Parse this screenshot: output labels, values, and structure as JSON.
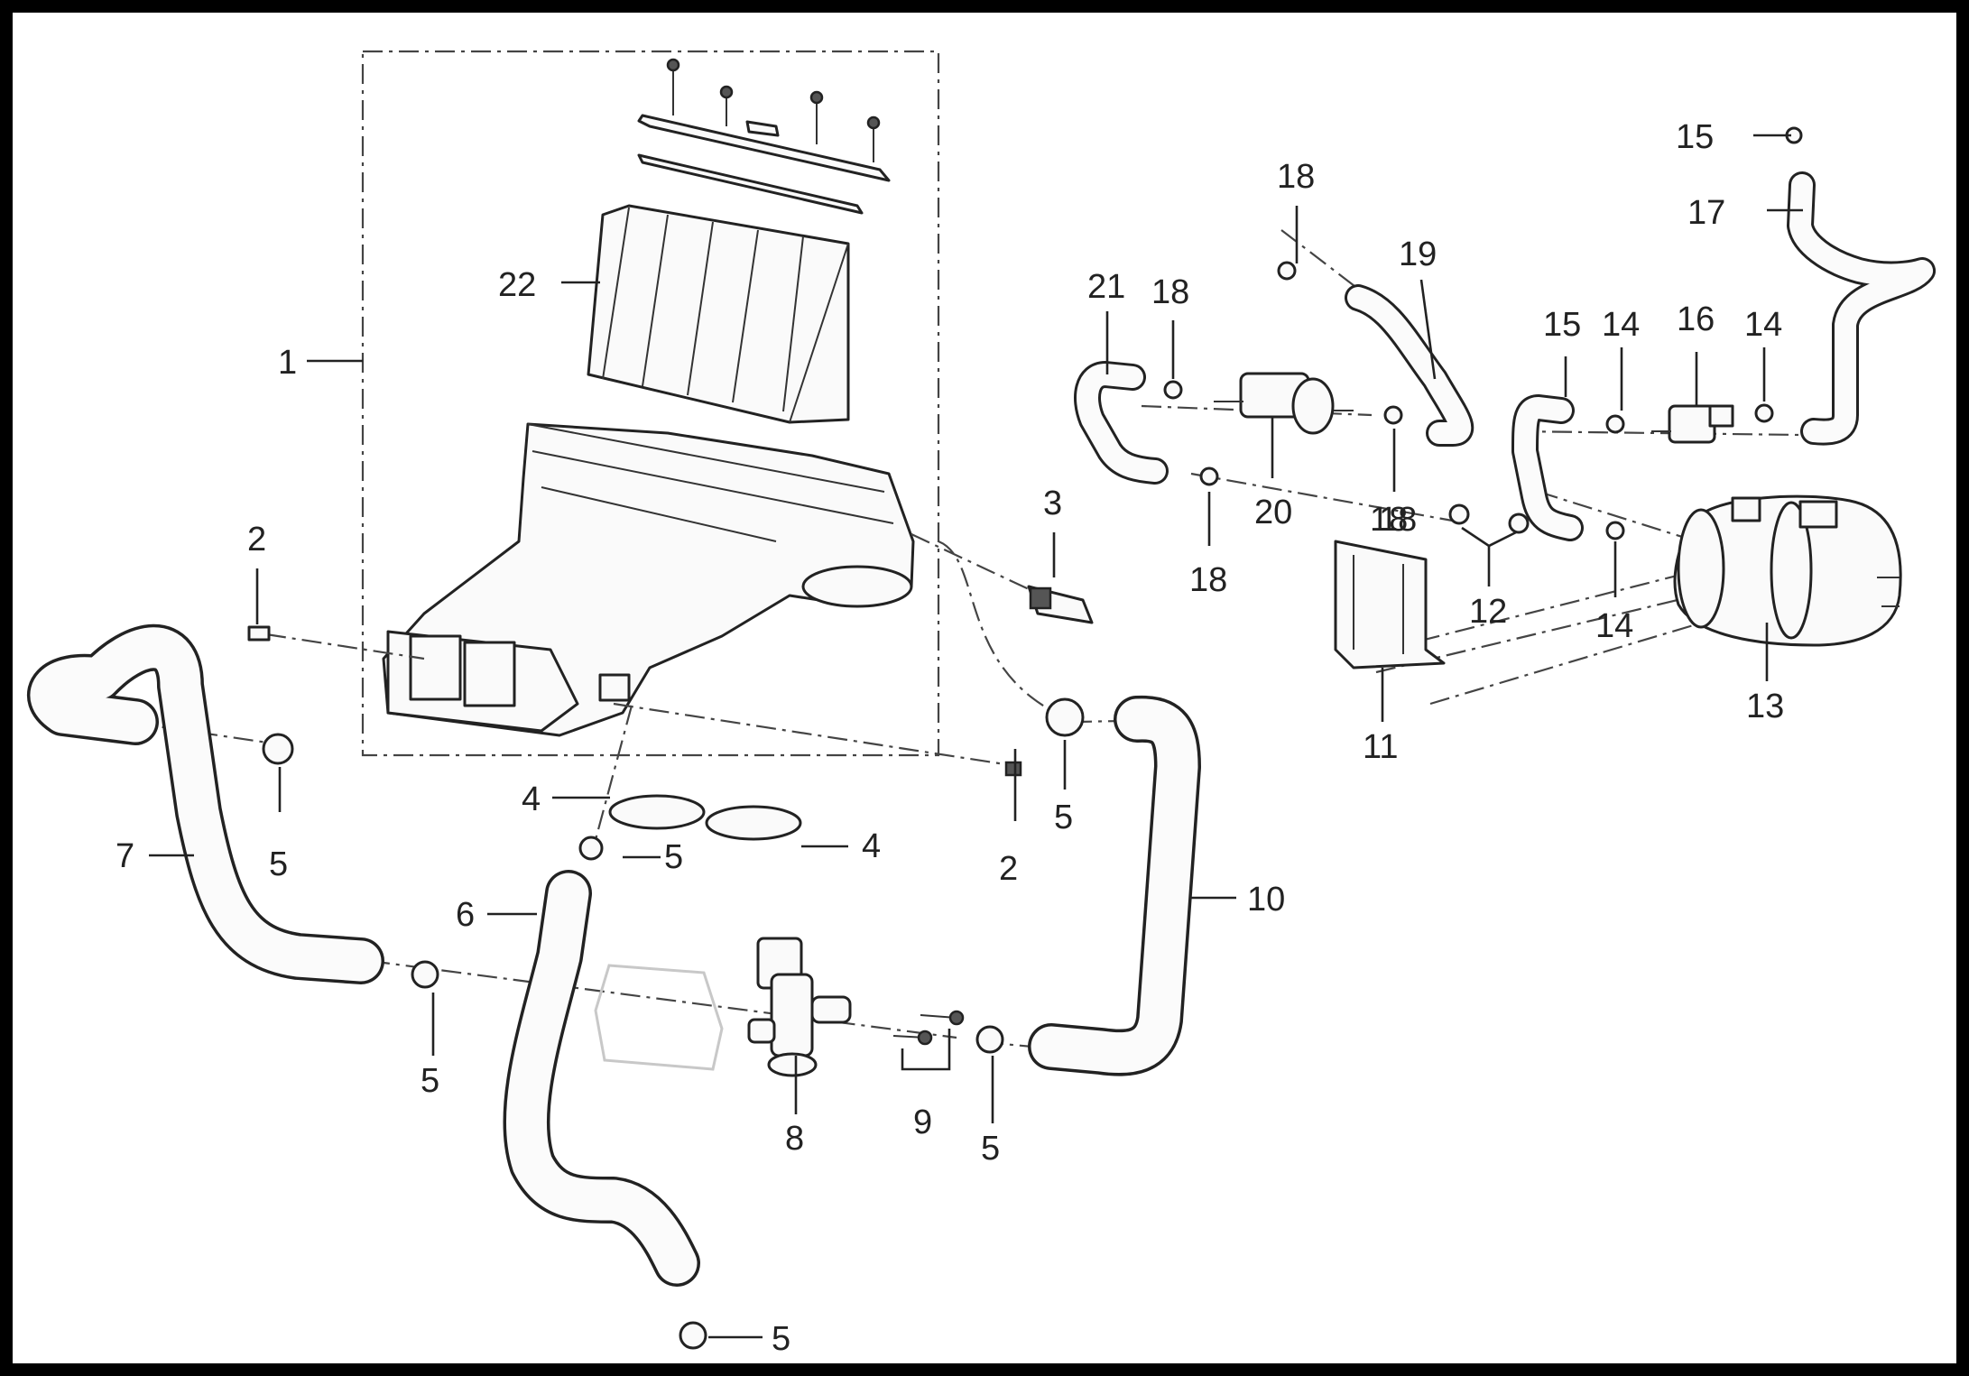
{
  "callouts": [
    {
      "id": "c1",
      "text": "1"
    },
    {
      "id": "c2a",
      "text": "2"
    },
    {
      "id": "c2b",
      "text": "2"
    },
    {
      "id": "c3",
      "text": "3"
    },
    {
      "id": "c4a",
      "text": "4"
    },
    {
      "id": "c4b",
      "text": "4"
    },
    {
      "id": "c5a",
      "text": "5"
    },
    {
      "id": "c5b",
      "text": "5"
    },
    {
      "id": "c5c",
      "text": "5"
    },
    {
      "id": "c5d",
      "text": "5"
    },
    {
      "id": "c5e",
      "text": "5"
    },
    {
      "id": "c5f",
      "text": "5"
    },
    {
      "id": "c6",
      "text": "6"
    },
    {
      "id": "c7",
      "text": "7"
    },
    {
      "id": "c8",
      "text": "8"
    },
    {
      "id": "c9",
      "text": "9"
    },
    {
      "id": "c10",
      "text": "10"
    },
    {
      "id": "c11",
      "text": "11"
    },
    {
      "id": "c12",
      "text": "12"
    },
    {
      "id": "c13",
      "text": "13"
    },
    {
      "id": "c14a",
      "text": "14"
    },
    {
      "id": "c14b",
      "text": "14"
    },
    {
      "id": "c14c",
      "text": "14"
    },
    {
      "id": "c15a",
      "text": "15"
    },
    {
      "id": "c15b",
      "text": "15"
    },
    {
      "id": "c16",
      "text": "16"
    },
    {
      "id": "c17",
      "text": "17"
    },
    {
      "id": "c18a",
      "text": "18"
    },
    {
      "id": "c18b",
      "text": "18"
    },
    {
      "id": "c18c",
      "text": "18"
    },
    {
      "id": "c18d",
      "text": "18"
    },
    {
      "id": "c18e",
      "text": "18"
    },
    {
      "id": "c19",
      "text": "19"
    },
    {
      "id": "c20",
      "text": "20"
    },
    {
      "id": "c21",
      "text": "21"
    },
    {
      "id": "c22",
      "text": "22"
    }
  ],
  "colors": {
    "frame": "#000000",
    "line": "#222222",
    "background": "#ffffff"
  }
}
